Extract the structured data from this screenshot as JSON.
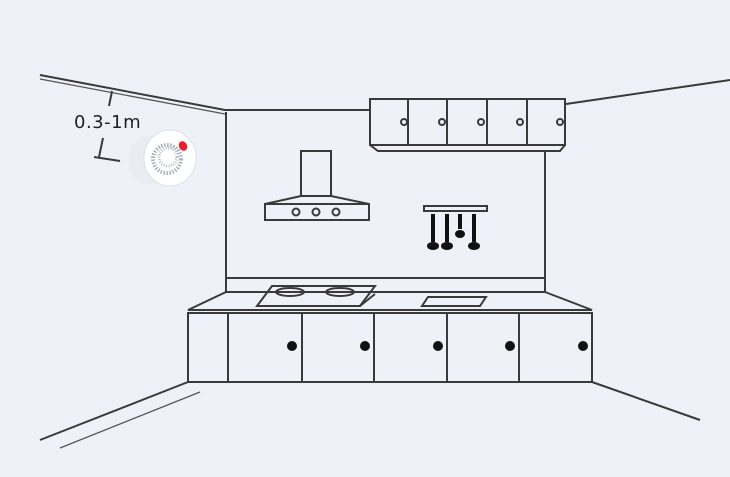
{
  "annotation": {
    "distance_label": "0.3-1m"
  },
  "colors": {
    "background": "#eef2f8",
    "line": "#3a3a3a",
    "detector_indicator": "#e8202a"
  },
  "scene": {
    "subject": "kitchen",
    "device": "gas-detector"
  }
}
